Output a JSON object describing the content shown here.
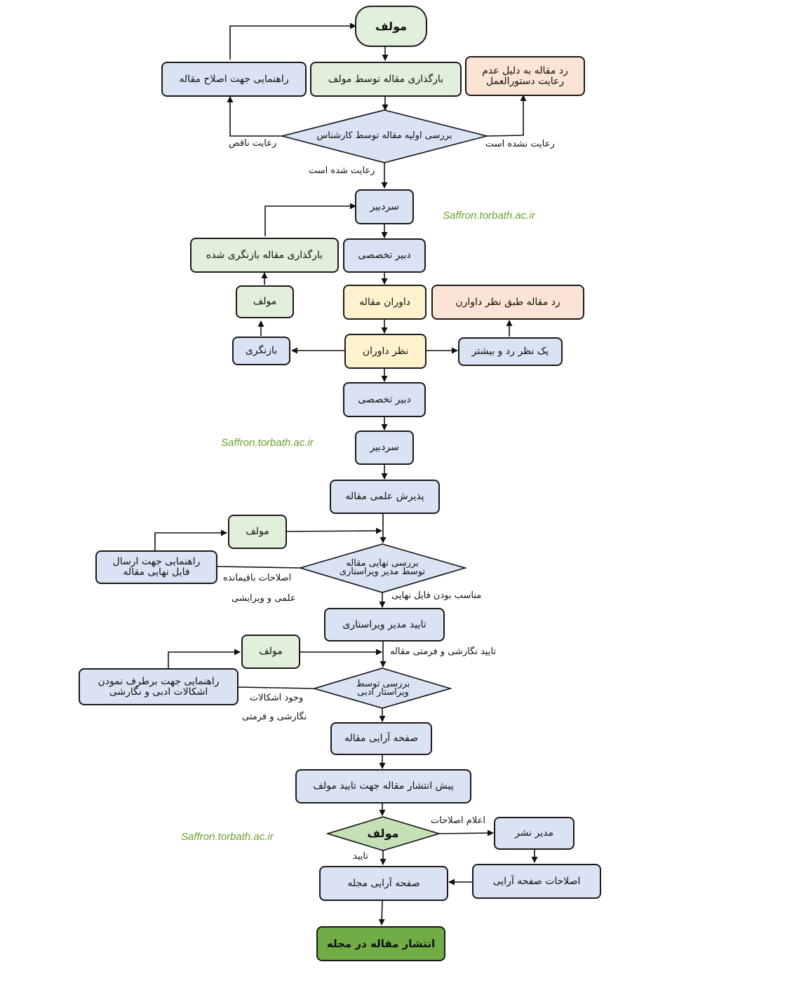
{
  "nodes": {
    "author_start": "مولف",
    "upload": "بارگذاری مقاله توسط مولف",
    "guide_fix": "راهنمایی جهت اصلاح مقاله",
    "reject_policy": "رد مقاله به دلیل عدم\nرعایت دستورالعمل",
    "initial_review": "بررسی اولیه مقاله توسط کارشناس",
    "chief_editor_1": "سردبیر",
    "section_editor_1": "دبیر تخصصی",
    "upload_revised": "بارگذاری مقاله بازنگری شده",
    "author_revision": "مولف",
    "reviewers": "داوران مقاله",
    "reject_reviewers": "رد مقاله طبق نظر داوارن",
    "revision": "بازنگری",
    "reviewers_opinion": "نظر داوران",
    "one_reject": "یک نظر رد و بیشتر",
    "section_editor_2": "دبیر تخصصی",
    "chief_editor_2": "سردبیر",
    "scientific_acceptance": "پذیرش علمی مقاله",
    "author_final": "مولف",
    "guide_final_file": "راهنمایی جهت ارسال\nفایل نهایی مقاله",
    "final_review": "بررسی نهایی مقاله\nتوسط مدیر ویراستاری",
    "edit_manager_approval": "تایید مدیر ویراستاری",
    "author_literary": "مولف",
    "guide_literary": "راهنمایی جهت برطرف نمودن\nاشکالات ادبی و نگارشی",
    "literary_review": "بررسی توسط\nویراستار ادبی",
    "layout_article": "صفحه آرایی مقاله",
    "pre_publish": "پیش انتشار مقاله جهت تایید مولف",
    "author_decision": "مولف",
    "publish_manager": "مدیر نشر",
    "layout_fixes": "اصلاحات صفحه آرایی",
    "journal_layout": "صفحه آرایی مجله",
    "publish": "انتشار مقاله در مجله"
  },
  "labels": {
    "partial": "رعایت ناقص",
    "not_observed": "رعایت نشده است",
    "observed": "رعایت شده است",
    "remaining_fixes_1": "اصلاحات باقیمانده",
    "remaining_fixes_2": "علمی و ویرایشی",
    "final_file_ok": "مناسب بودن فایل نهایی",
    "format_approval": "تایید نگارشی و فرمتی مقاله",
    "format_issues_1": "وجود اشکالات",
    "format_issues_2": "نگارشی و فرمتی",
    "announce_fixes": "اعلام اصلاحات",
    "approve": "تایید"
  },
  "watermark": "Saffron.torbath.ac.ir",
  "colors": {
    "blue": "#dae3f3",
    "green": "#e2efda",
    "orange": "#fbe4d5",
    "yellow": "#fff2cc",
    "dark_green": "#70ad47",
    "watermark": "#6a9f2e"
  }
}
